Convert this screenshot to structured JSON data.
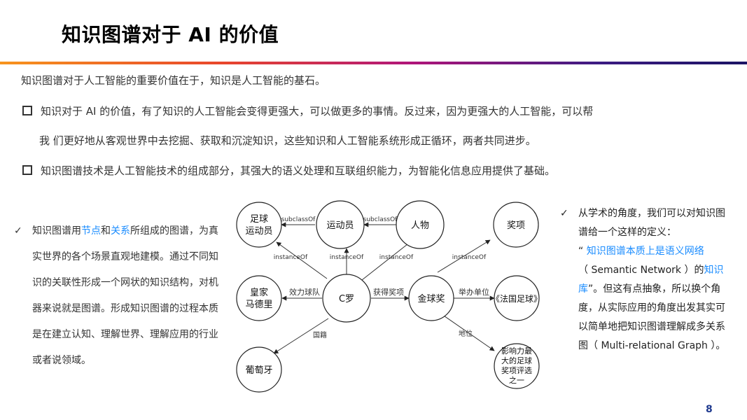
{
  "title": "知识图谱对于 AI 的价值",
  "intro": "知识图谱对于人工智能的重要价值在于，知识是人工智能的基石。",
  "bullets": {
    "b1_line1": "知识对于  AI  的价值，有了知识的人工智能会变得更强大，可以做更多的事情。反过来，因为更强大的人工智能，可以帮",
    "b1_line2": "我 们更好地从客观世界中去挖掘、获取和沉淀知识，这些知识和人工智能系统形成正循环，两者共同进步。",
    "b2": "知识图谱技术是人工智能技术的组成部分，其强大的语义处理和互联组织能力，为智能化信息应用提供了基础。"
  },
  "left": {
    "part1": "知识图谱用",
    "hl1": "节点",
    "part2": "和",
    "hl2": "关系",
    "part3": "所组成的图谱，为真实世界的各个场景直观地建模。通过不同知识的关联性形成一个网状的知识结构，对机器来说就是图谱。形成知识图谱的过程本质是在建立认知、理解世界、理解应用的行业或者说领域。"
  },
  "right": {
    "part1": "从学术的角度，我们可以对知识图谱给一个这样的定义：",
    "quote_open": "“ ",
    "hl": "知识图谱本质上是语义网络",
    "part2": "（ Semantic Network ）的",
    "hl2": "知识库",
    "part3": "”。但这有点抽象，所以换个角度，从实际应用的角度出发其实可以简单地把知识图谱理解成多关系图（ Multi-relational Graph ）。"
  },
  "diagram": {
    "nodes": {
      "n1a": "足球",
      "n1b": "运动员",
      "n2": "运动员",
      "n3": "人物",
      "n4": "奖项",
      "n5a": "皇家",
      "n5b": "马德里",
      "n6": "C罗",
      "n7": "金球奖",
      "n8": "《法国足球》",
      "n9": "葡萄牙",
      "n10a": "影响力最",
      "n10b": "大的足球",
      "n10c": "奖项评选",
      "n10d": "之一"
    },
    "edges": {
      "e1": "subclassOf",
      "e2": "subclassOf",
      "e3": "instanceOf",
      "e4": "instanceOf",
      "e5": "instanceOf",
      "e6": "instanceOf",
      "e7": "效力球队",
      "e8": "获得奖项",
      "e9": "举办单位",
      "e10": "国籍",
      "e11": "地位"
    }
  },
  "page_number": "8",
  "colors": {
    "highlight": "#1a8cff",
    "page_number": "#1f3a8f"
  }
}
